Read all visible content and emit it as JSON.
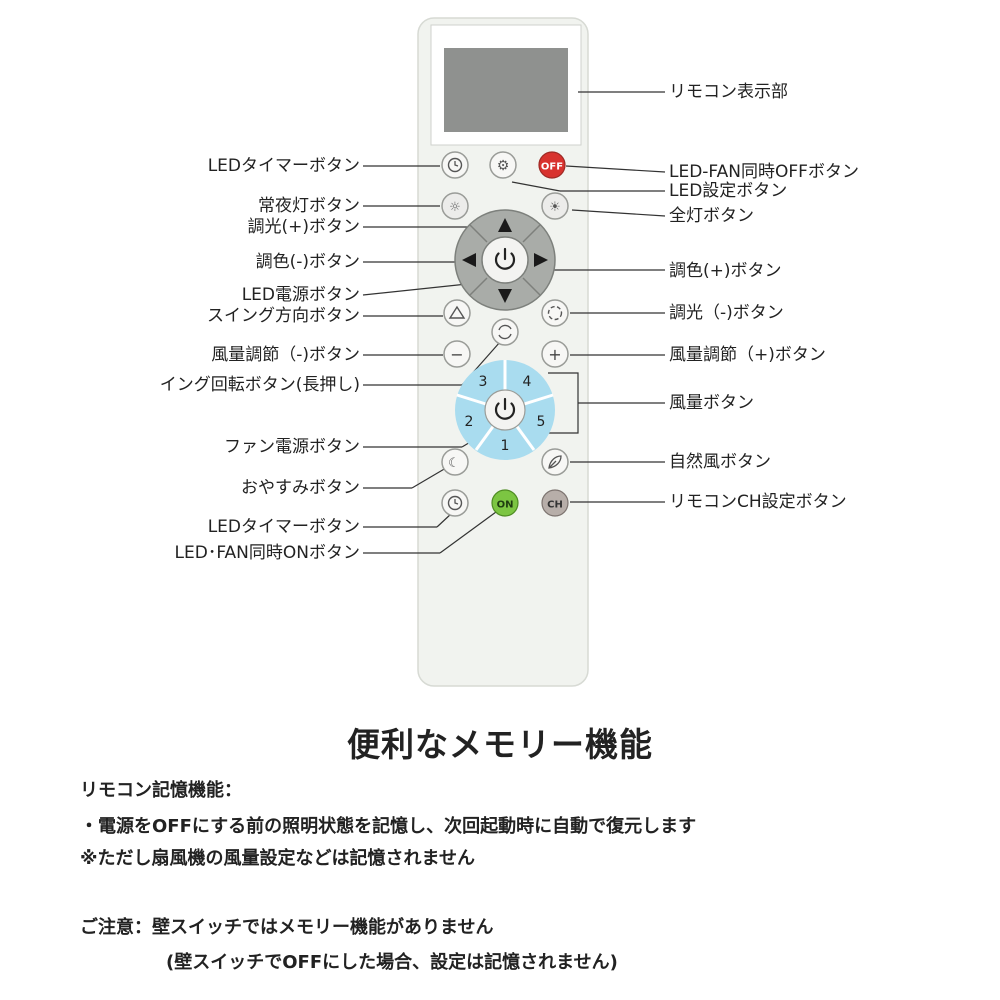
{
  "labels": {
    "display": "リモコン表示部",
    "led_timer_top": "LEDタイマーボタン",
    "off_both": "LED-FAN同時OFFボタン",
    "led_setting": "LED設定ボタン",
    "night_light": "常夜灯ボタン",
    "all_light": "全灯ボタン",
    "dim_plus": "調光(+)ボタン",
    "color_minus": "調色(-)ボタン",
    "color_plus": "調色(+)ボタン",
    "led_power": "LED電源ボタン",
    "dim_minus": "調光（-)ボタン",
    "swing_dir": "スイング方向ボタン",
    "fan_minus": "風量調節（-)ボタン",
    "fan_plus": "風量調節（+)ボタン",
    "swing_rotate": "イング回転ボタン(長押し)",
    "fan_speed": "風量ボタン",
    "fan_power": "ファン電源ボタン",
    "natural_wind": "自然風ボタン",
    "sleep": "おやすみボタン",
    "led_timer_bottom": "LEDタイマーボタン",
    "ch_setting": "リモコンCH設定ボタン",
    "on_both": "LED･FAN同時ONボタン"
  },
  "buttons": {
    "off": "OFF",
    "on": "ON",
    "ch": "CH",
    "fan1": "1",
    "fan2": "2",
    "fan3": "3",
    "fan4": "4",
    "fan5": "5",
    "minus": "−",
    "plus": "+"
  },
  "colors": {
    "remote_body": "#f1f3ef",
    "cluster_gray": "#a9aca8",
    "fan_blue": "#a9dcef",
    "off_red": "#d8322e",
    "on_green": "#7cc542",
    "ch_gray": "#b7aea9"
  },
  "title": "便利なメモリー機能",
  "notes": {
    "heading": "リモコン記憶機能：",
    "line1": "・電源をOFFにする前の照明状態を記憶し、次回起動時に自動で復元します",
    "line2": "※ただし扇風機の風量設定などは記憶されません",
    "caution": "ご注意：壁スイッチではメモリー機能がありません",
    "caution2": "(壁スイッチでOFFにした場合、設定は記憶されません)"
  }
}
